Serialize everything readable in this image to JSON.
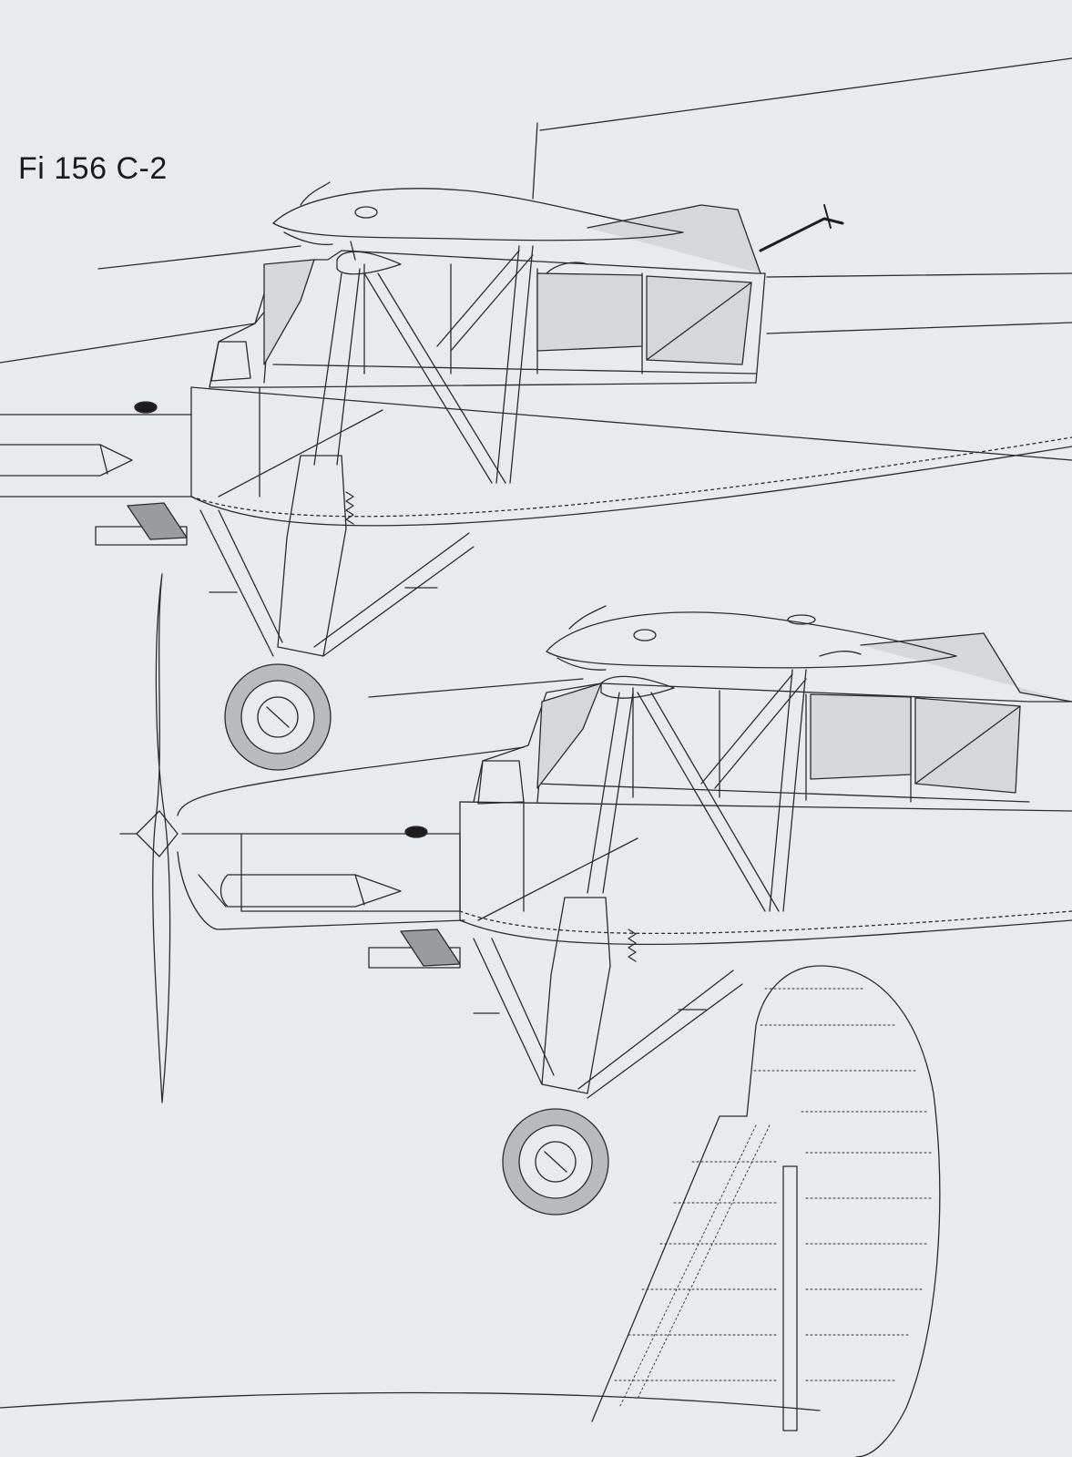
{
  "title": "Fi 156 C-2",
  "colors": {
    "paper": "#e9eaed",
    "line": "#2b2b2b",
    "glass": "#d6d7da",
    "tire": "#b9babd",
    "dark": "#1e1e1e"
  },
  "elements": [
    "upper-aircraft-side-view",
    "lower-aircraft-side-view",
    "propeller",
    "machine-gun",
    "tail-surface-planform"
  ]
}
